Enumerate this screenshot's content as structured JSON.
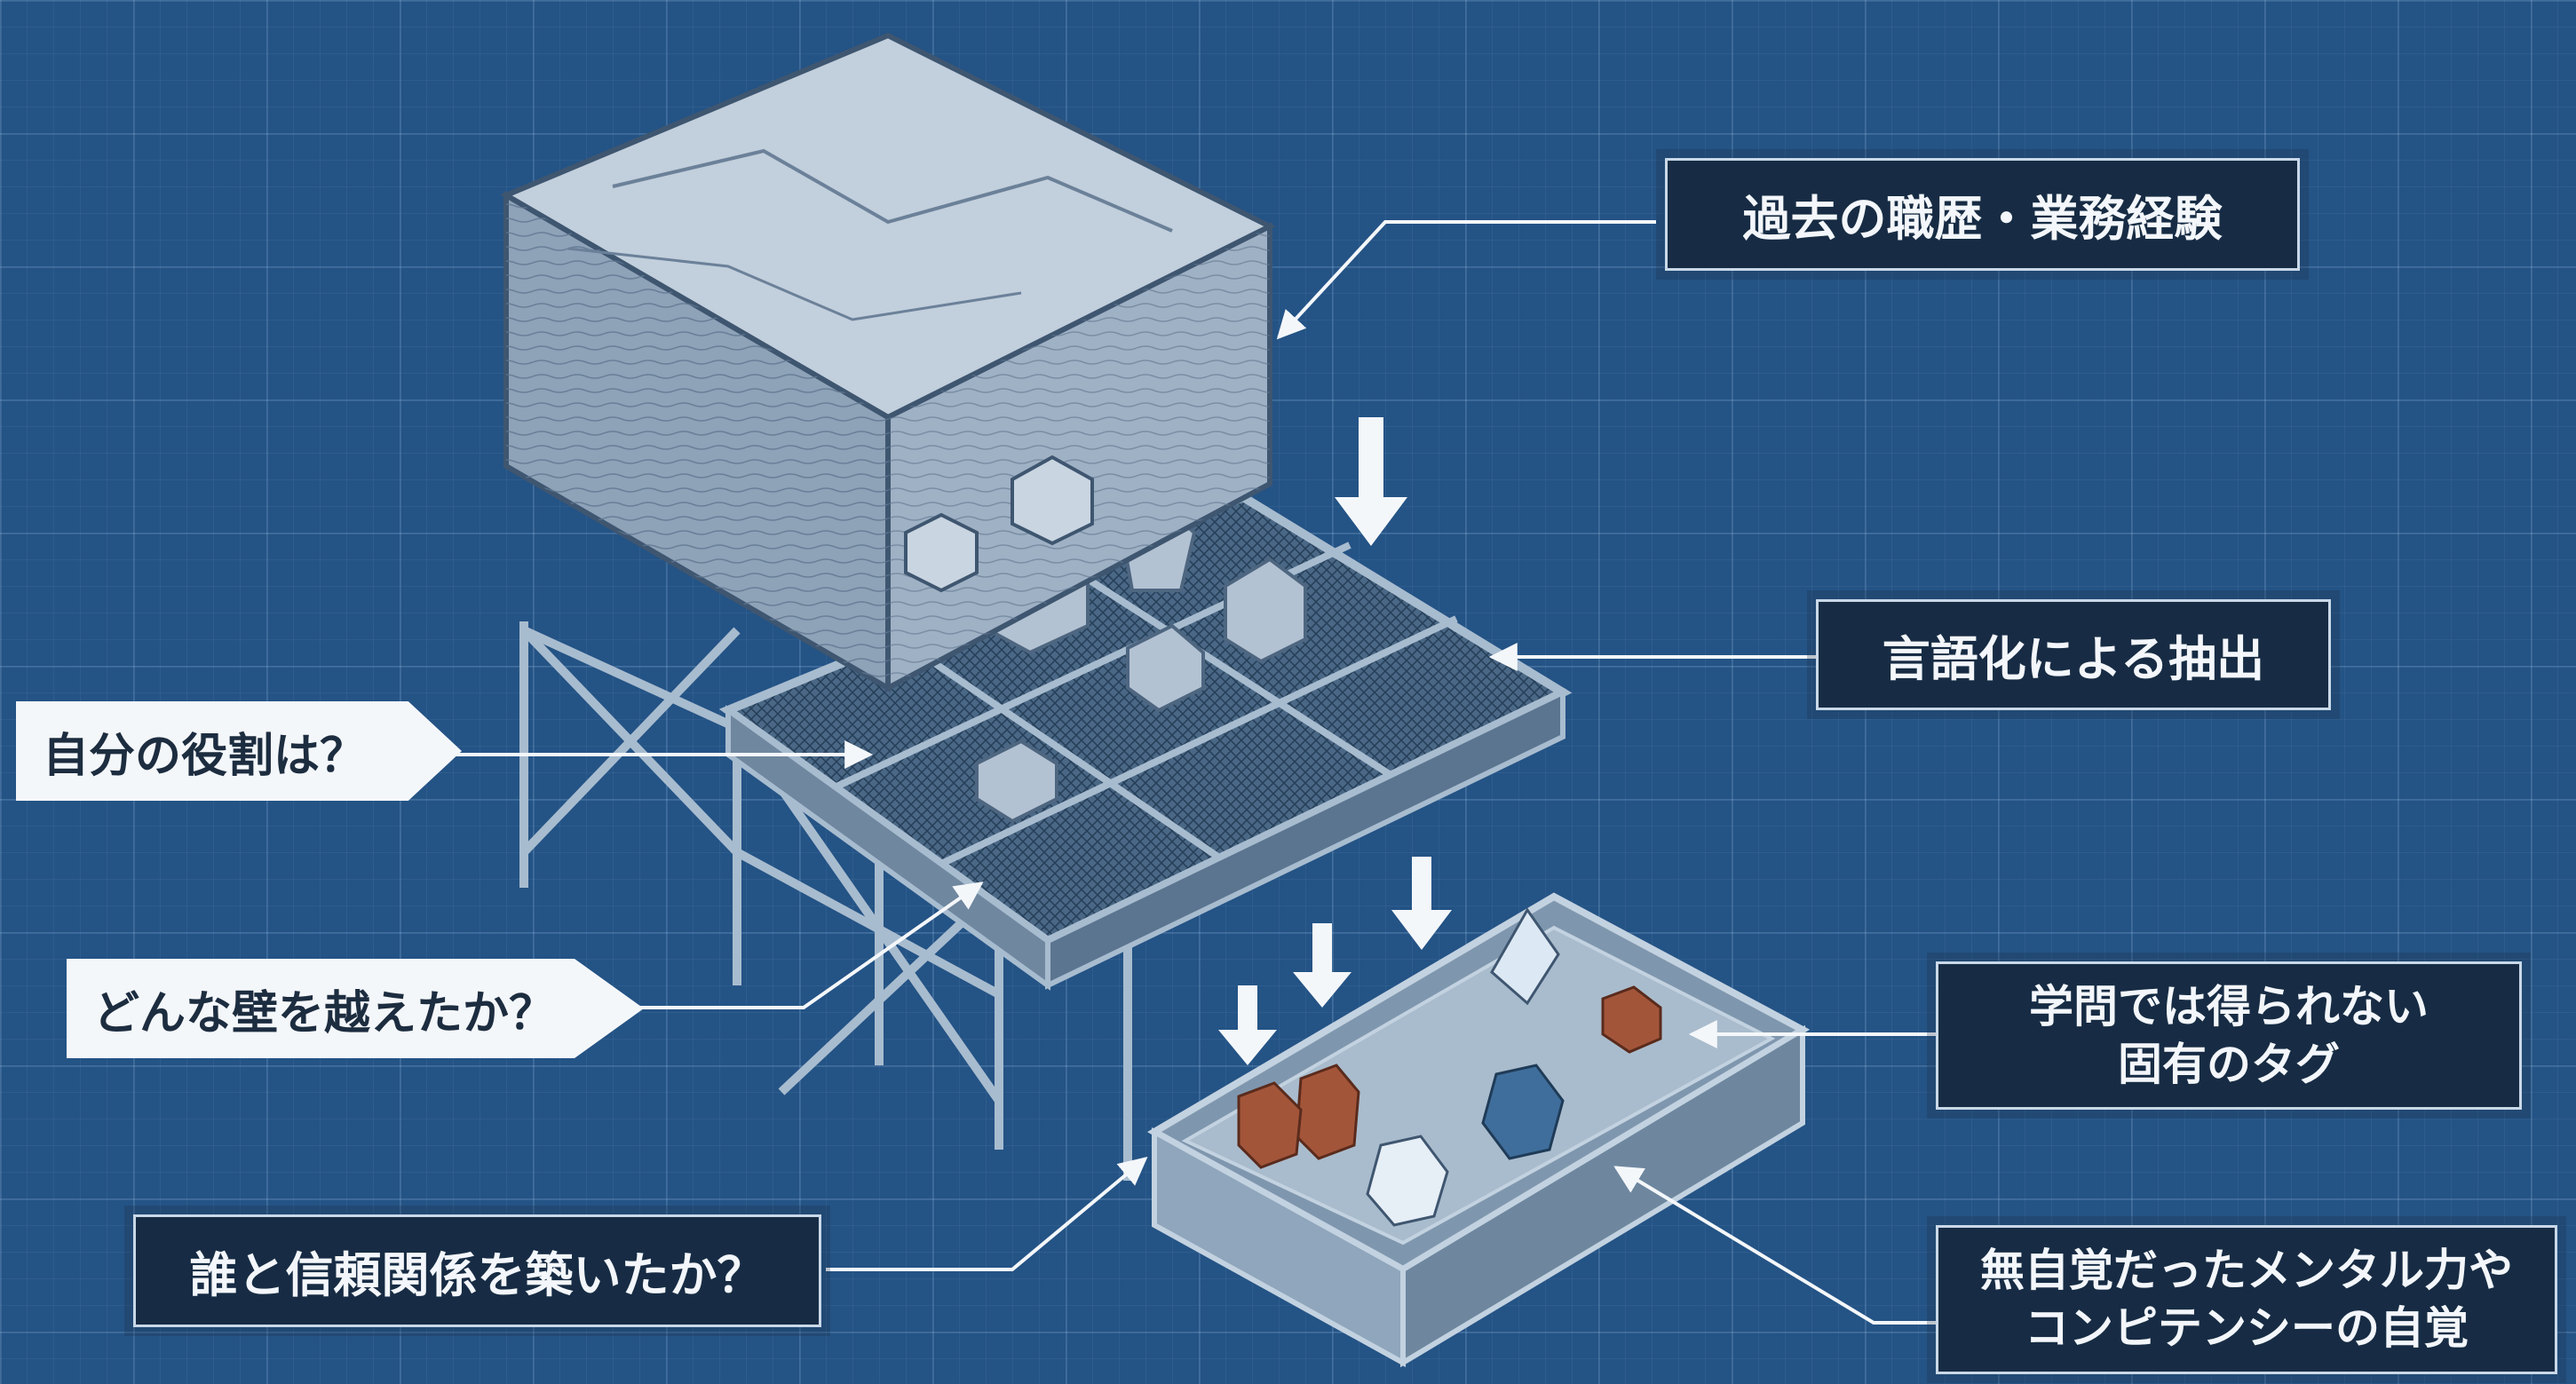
{
  "labels": {
    "past_experience": "過去の職歴・業務経験",
    "verbalization_extraction": "言語化による抽出",
    "my_role": "自分の役割は？",
    "walls_overcome": "どんな壁を越えたか？",
    "trust_relationships": "誰と信頼関係を築いたか？",
    "unique_tags": [
      "学問では得られない",
      "固有のタグ"
    ],
    "competency_awareness": [
      "無自覚だったメンタル力や",
      "コンピテンシーの自覚"
    ]
  },
  "colors": {
    "background": "#245385",
    "grid_line": "#aacdf0",
    "label_dark_bg": "#172c44",
    "label_light_bg": "#f4f7fa",
    "stone": "#8ea2b8",
    "frame": "#9fb4c9",
    "gem_copper": "#a3553a",
    "gem_blue": "#3f6e9c",
    "gem_white": "#e6eef6"
  }
}
